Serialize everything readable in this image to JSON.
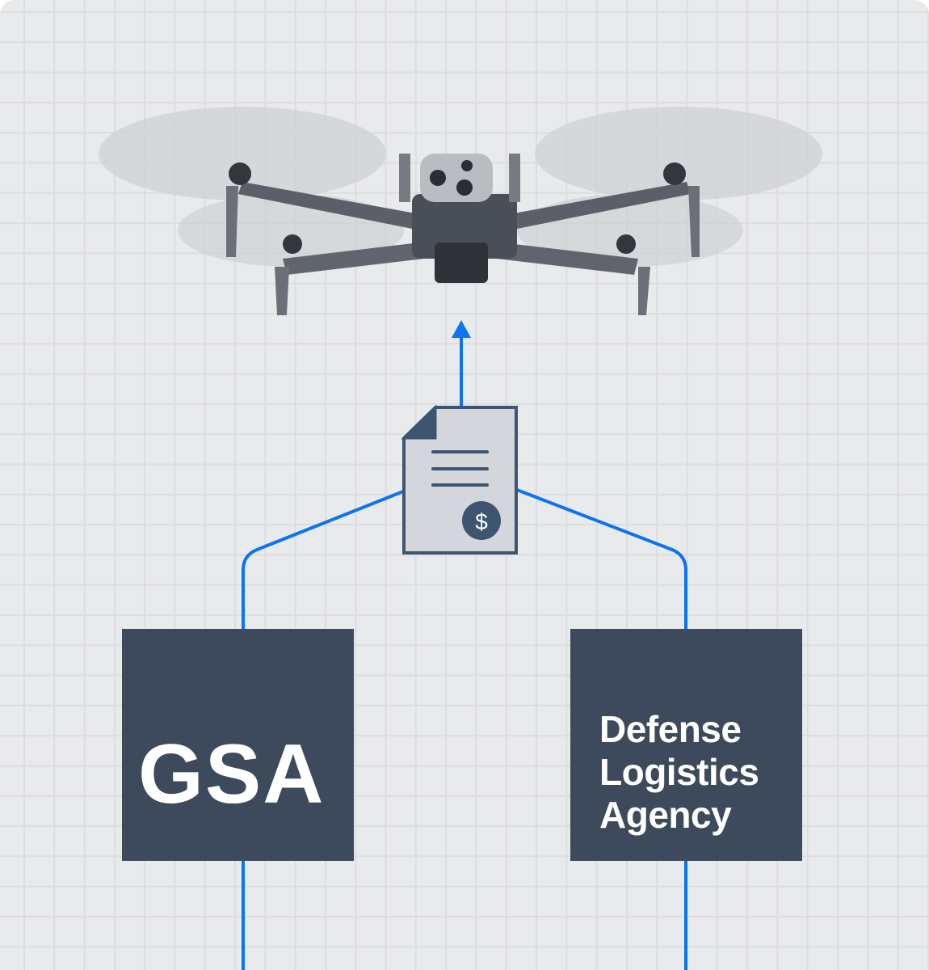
{
  "colors": {
    "background": "#e9eaec",
    "grid": "#dcdde0",
    "accent": "#0a74f5",
    "dark": "#3d4a5b",
    "document": "#d3d6db"
  },
  "drone": {
    "icon": "quadcopter-drone"
  },
  "document": {
    "icon": "invoice-document-icon",
    "currency_symbol": "$"
  },
  "agencies": [
    {
      "name": "GSA",
      "logo_text": "GSA"
    },
    {
      "name": "Defense Logistics Agency",
      "lines": [
        "Defense",
        "Logistics",
        "Agency"
      ]
    }
  ]
}
